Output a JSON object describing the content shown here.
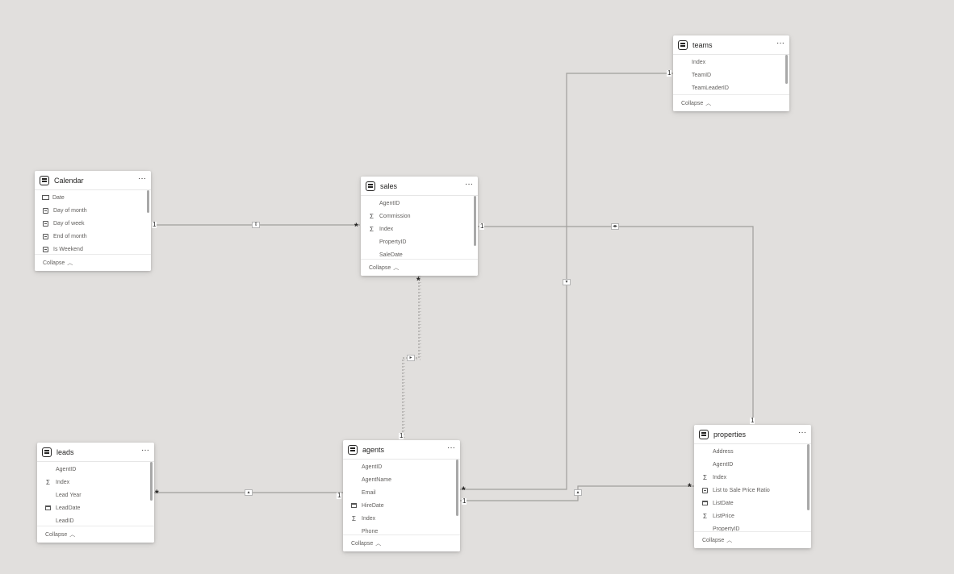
{
  "tables": {
    "teams": {
      "title": "teams",
      "more": "···",
      "fields": [
        "Index",
        "TeamID",
        "TeamLeaderID"
      ],
      "collapse": "Collapse"
    },
    "calendar": {
      "title": "Calendar",
      "more": "···",
      "fields": [
        "Date",
        "Day of month",
        "Day of week",
        "End of month",
        "Is Weekend"
      ],
      "collapse": "Collapse"
    },
    "sales": {
      "title": "sales",
      "more": "···",
      "fields": [
        "AgentID",
        "Commission",
        "Index",
        "PropertyID",
        "SaleDate"
      ],
      "collapse": "Collapse"
    },
    "leads": {
      "title": "leads",
      "more": "···",
      "fields": [
        "AgentID",
        "Index",
        "Lead Year",
        "LeadDate",
        "LeadID"
      ],
      "collapse": "Collapse"
    },
    "agents": {
      "title": "agents",
      "more": "···",
      "fields": [
        "AgentID",
        "AgentName",
        "Email",
        "HireDate",
        "Index",
        "Phone"
      ],
      "collapse": "Collapse"
    },
    "properties": {
      "title": "properties",
      "more": "···",
      "fields": [
        "Address",
        "AgentID",
        "Index",
        "List to Sale Price Ratio",
        "ListDate",
        "ListPrice",
        "PropertyID"
      ],
      "collapse": "Collapse"
    }
  },
  "cardinality": {
    "one": "1",
    "many": "*"
  },
  "icons": {
    "table": "table-icon",
    "sigma": "sigma-icon",
    "calendar": "calendar-field-icon",
    "calculated": "calculated-field-icon",
    "id": "id-field-icon",
    "collapse": "chevron-up-icon",
    "more": "more-options-icon"
  },
  "colors": {
    "canvas": "#e1dfdd",
    "card": "#ffffff",
    "line": "#a19f9d"
  }
}
